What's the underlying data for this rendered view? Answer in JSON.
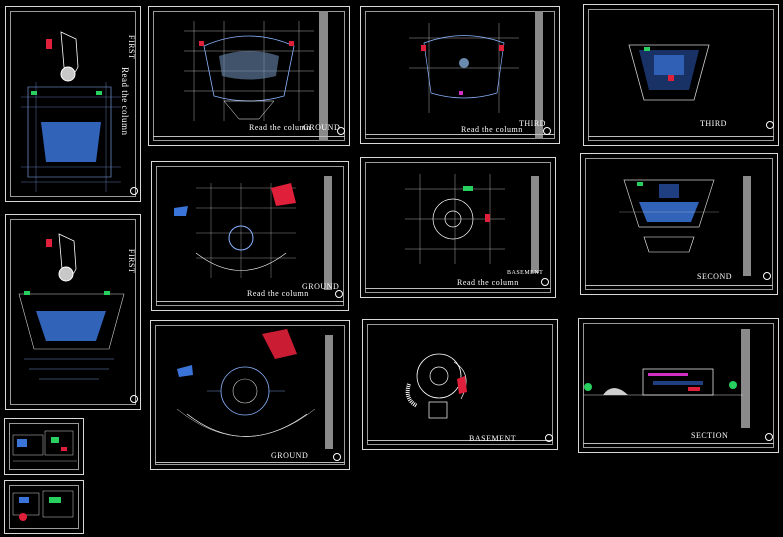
{
  "sheets": {
    "s1": {
      "title": "FIRST",
      "note": "Read the column"
    },
    "s2": {
      "title": "GROUND",
      "note": "Read the column"
    },
    "s3": {
      "title": "THIRD",
      "note": "Read the column"
    },
    "s4": {
      "title": "THIRD"
    },
    "s5": {
      "title": "FIRST"
    },
    "s6": {
      "title": "GROUND",
      "note": "Read the column"
    },
    "s7": {
      "title": "BASEMENT",
      "note": "Read the column"
    },
    "s8": {
      "title": "SECOND"
    },
    "s9": {
      "title": "GROUND"
    },
    "s10": {
      "title": "BASEMENT"
    },
    "s11": {
      "title": "SECTION"
    }
  },
  "colors": {
    "background": "#000000",
    "border": "#d8d8d8",
    "plan_lines": "#8ab4ff",
    "accent_red": "#e0203a",
    "accent_green": "#28d060",
    "accent_magenta": "#d030c0",
    "grey_strip": "#8a8a8a"
  }
}
